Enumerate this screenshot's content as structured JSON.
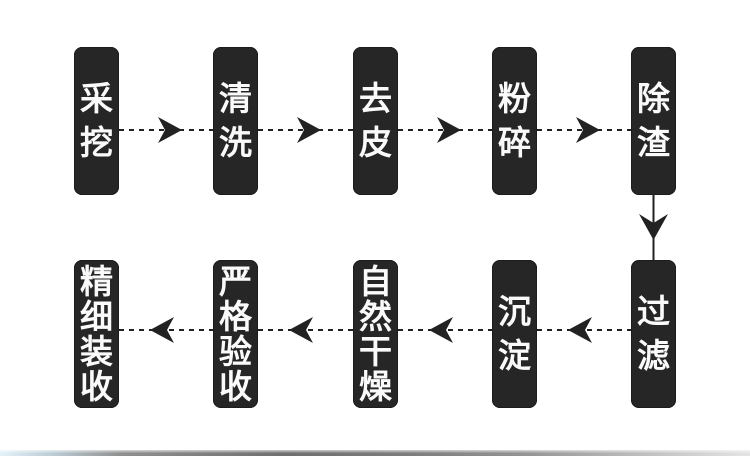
{
  "diagram": {
    "type": "process-flow",
    "colors": {
      "background": "#ffffff",
      "node_fill": "#262626",
      "node_text": "#fafafa",
      "arrow": "#222222"
    },
    "flow": {
      "steps": [
        {
          "label": "采挖"
        },
        {
          "label": "清洗"
        },
        {
          "label": "去皮"
        },
        {
          "label": "粉碎"
        },
        {
          "label": "除渣"
        },
        {
          "label": "过滤"
        },
        {
          "label": "沉淀"
        },
        {
          "label": "自然干燥"
        },
        {
          "label": "严格验收"
        },
        {
          "label": "精细装收"
        }
      ],
      "connections": [
        "采挖→清洗",
        "清洗→去皮",
        "去皮→粉碎",
        "粉碎→除渣",
        "除渣→过滤",
        "过滤→沉淀",
        "沉淀→自然干燥",
        "自然干燥→严格验收",
        "严格验收→精细装收"
      ]
    }
  }
}
